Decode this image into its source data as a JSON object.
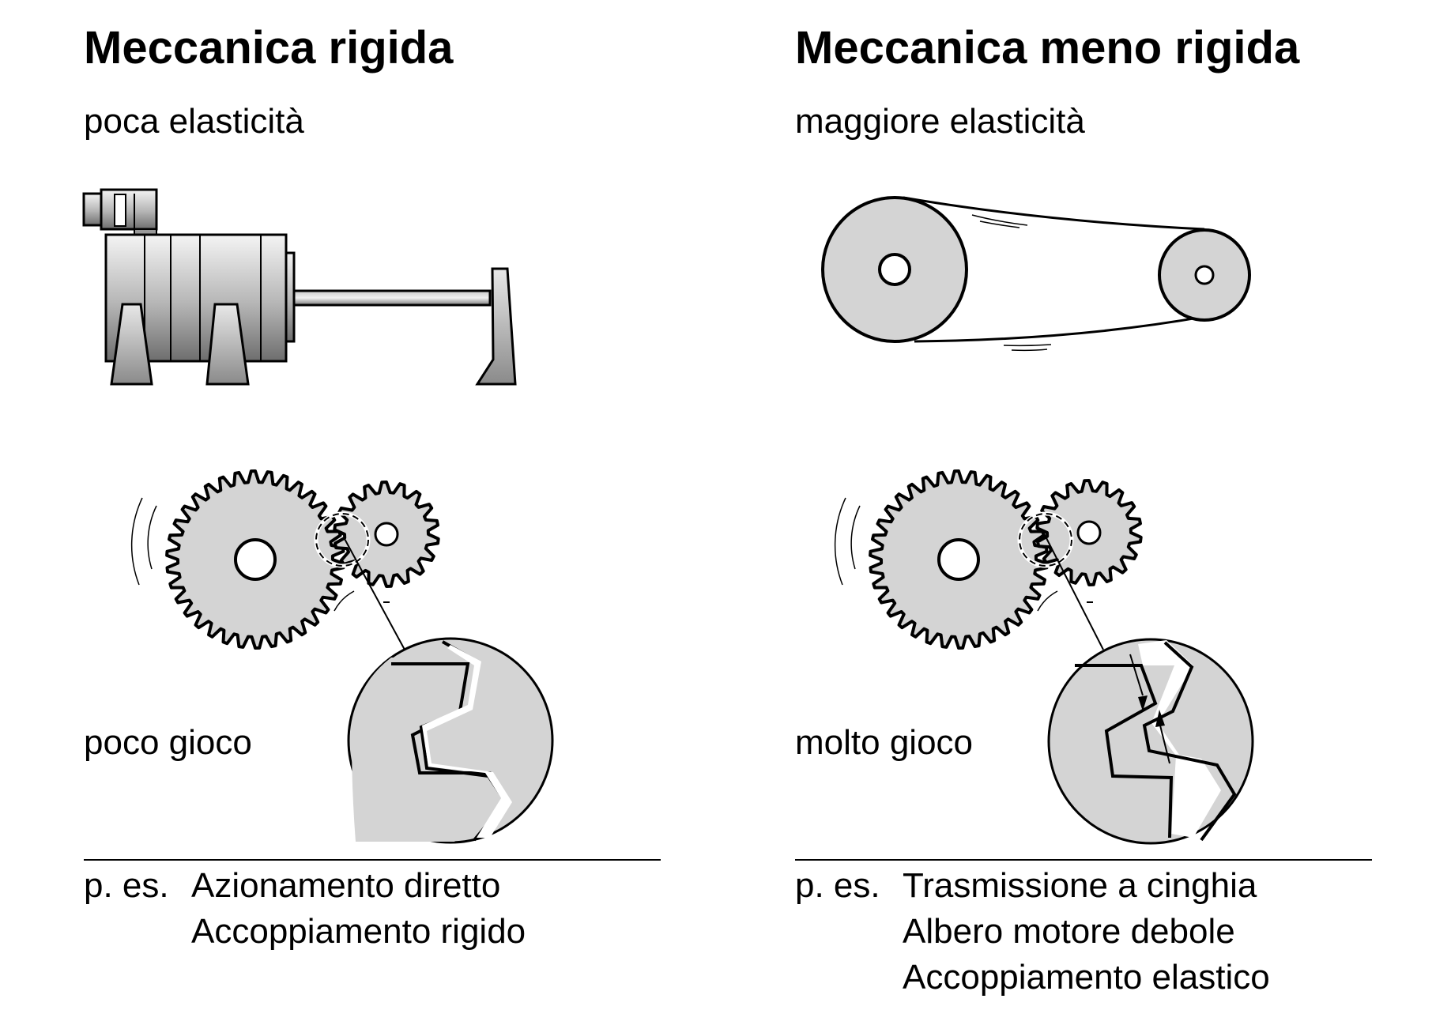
{
  "left": {
    "title": "Meccanica rigida",
    "subtitle": "poca elasticità",
    "play_label": "poco gioco",
    "examples_prefix": "p. es.",
    "examples": [
      "Azionamento diretto",
      "Accoppiamento rigido"
    ]
  },
  "right": {
    "title": "Meccanica meno rigida",
    "subtitle": "maggiore elasticità",
    "play_label": "molto gioco",
    "examples_prefix": "p. es.",
    "examples": [
      "Trasmissione a cinghia",
      "Albero motore debole",
      "Accoppiamento elastico"
    ]
  },
  "colors": {
    "fill": "#d4d4d4",
    "stroke": "#000000"
  }
}
